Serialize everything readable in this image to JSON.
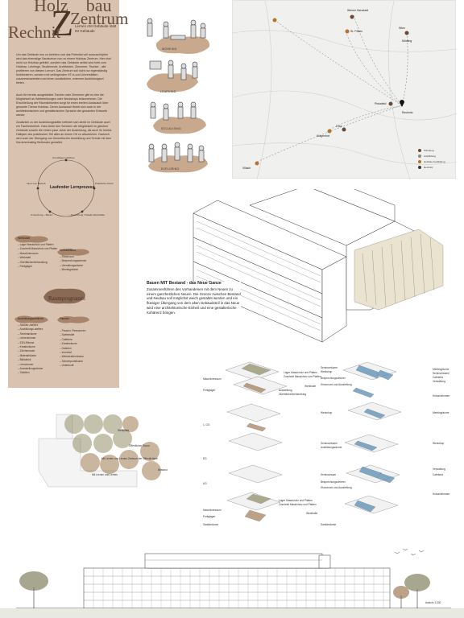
{
  "poster": {
    "title_part1": "Holz",
    "title_part2": "bau",
    "title_part3": "Rechnit",
    "title_part4": "Zentrum",
    "title_z": "Z",
    "tagline": "Lernen AM Gebäude statt IM Gebäude"
  },
  "intro": {
    "p1": "Um das Gebäude neu zu beleben und das Potential voll auszuschöpfen wird das ehemalige Sanatorium nun zu einem Holzbau Zentrum. Hier sind nicht nur Holzbau geleitet, sondern das Gebäude selbst wird hebt zum Holzbau. Lehrlinge, Studierende, Architekten, Zimmerer, Tischler - alle profitieren von diesem Lernort. Das Zentrum soll nicht nur eigenständig funktionieren, sondern mit umliegenden HTLs und Universitäten zusammenarbeiten und einen zusätzlichen, externen Ausbildungsort bieten.",
    "p2": "Auch für bereits ausgebildete Tischler oder Zimmerer gibt es hier die Möglichkeit an Weiterbildungen oder Workshops teilzunehmen. Die Erschließung der Räumlichkeiten sorgt für einen breiten Austausch über gesamte Thema Holzbau. Deren Austausch findet sich auch in der architektonischen und gestalterischen Sprache des gesamten Entwurfs wieder.",
    "p3": "Zusätzlich zu der Ausbildungsstätte befindet sich direkt im Gebäude auch ein Tischlerbetrieb. Dies bietet den Schülern die Möglichkeit im gleichen Gebäude sowohl die ersten paar Jahre der Ausbildung, als auch ihr letztes Halbjahr des praktischen Teil alles an einem Ort zu absolvieren. Dadurch wird auch der Übergang von theoretischer Ausbildung und Schule mit dem Karriereeinstieg fließender gestaltet."
  },
  "activities": {
    "working": "WORKING",
    "learning": "LEARNING",
    "socializing": "SOCIALISING",
    "exploring": "EXPLORING"
  },
  "cycle": {
    "title": "Laufender Lernprozess",
    "top": "Grundlagen Holzbau",
    "left": "Input vom Betrieb",
    "right": "Praktische Arbeit",
    "bottom_left": "Umsetzung + Bauen",
    "bottom_right": "Umsetzung / Details Werkstätte"
  },
  "werkstatt": {
    "header": "Werkstatt",
    "items": [
      "Lager Massivholz und Platten",
      "Zuschnitt Massivholz und Platten",
      "Maschinenraum",
      "Werkstatt",
      "Oberflächenbehandlung",
      "Fertiglager"
    ]
  },
  "verkauf": {
    "header": "Verkauf/Büro",
    "items": [
      "Showroom",
      "Besprechungszimmer",
      "Verwaltungsräume",
      "Meetingräume"
    ]
  },
  "raumprogramm": {
    "title": "Raumprogramm",
    "col1_header": "Ausbildungszentrum",
    "col1": [
      "Schüler-Ateliers",
      "Ausbildungs-ateliers",
      "Seminarräume",
      "Lehrerzimmer",
      "EDV-Räume",
      "Kreativräume",
      "Zeichenraum",
      "Materialräume",
      "Bibliothek",
      "Lernzimmer",
      "Aussstellungsräume",
      "Toiletten"
    ],
    "col2_header": "Pausen",
    "col2": [
      "Pausen- Ressourcen",
      "Speisesäle",
      "Cafeteria",
      "Kreativräume",
      "Galerien",
      "Innenhof",
      "Werkstraßenräume",
      "Schwerpunktkurse",
      "Unterkunft"
    ]
  },
  "map": {
    "cities": [
      "Wiener Neustadt",
      "St. Pölten",
      "Wien",
      "Mödling",
      "Rechnitz",
      "Pinkafeld",
      "Villach",
      "Graz",
      "Klagenfurt"
    ],
    "legend": [
      "Schulung",
      "Ausbildung",
      "Holzbau Ausbildung",
      "Rechnitz"
    ]
  },
  "concept": {
    "title": "Bauen MIT Bestand - das Neue Ganze",
    "text": "Zusammenführen des Vorhandenen mit dem Neuen zu einem ganzheitlichen Neuen. Die Grenze zwischen Bestand und Neubau soll möglichst weich gestaltet werden und ein flüssiger Übergang von dem alten Gebäudeteil in das Neue wird eine architektonische Einheit und eine gestalterische Kohärenz bringen."
  },
  "exploded_left": {
    "labels": [
      "Maschinenraum",
      "Fertiglager",
      "Lager Massivholz und Platten",
      "Zuschnitt Massivholz und Platten",
      "Werkhalle",
      "Ausstellung",
      "Oberflächenbehandlung",
      "Lager Massivholz und Platten",
      "Zuschnitt Massivholz und Platten",
      "Werkhalle",
      "Maschinenraum",
      "Fertiglager",
      "Sanitärräume"
    ],
    "levels": [
      "1. OG",
      "EG",
      "UG"
    ]
  },
  "exploded_right": {
    "labels": [
      "Seminarräume",
      "Werkshop",
      "Besprechungszimmer",
      "Showroom und Ausstellung",
      "Meetingräume",
      "Seminarräume",
      "Cafeteria",
      "Verwaltung",
      "Holzaufzimmer",
      "Werkshop",
      "Meetingräume",
      "Seminarräume",
      "Ausbildungsräume",
      "Werkshop",
      "Seminarraum",
      "Besprechungszimmer",
      "Showroom und Ausstellung",
      "Verwaltung",
      "Cafeteria",
      "Holzaufzimmer",
      "Sanitärräume"
    ]
  },
  "siteplan": {
    "labels": [
      "Werkplatz",
      "Öffentlicher Raum",
      "Mit Lernen und Lernen Zentrum der Öffentlichkeit",
      "Mit Lernen und Lernen",
      "Bestand"
    ]
  },
  "footer_note": "Ansicht 1:200"
}
